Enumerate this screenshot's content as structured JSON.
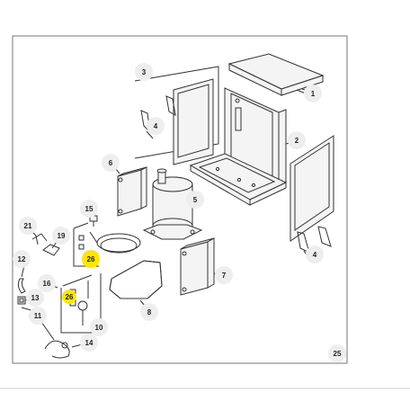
{
  "colors": {
    "frame": "#777777",
    "callout_bg": "#eeeeee",
    "highlight": "#ffe600",
    "line": "#333333",
    "divider": "#cccccc"
  },
  "callouts": [
    {
      "id": "c1",
      "label": "1"
    },
    {
      "id": "c2",
      "label": "2"
    },
    {
      "id": "c3",
      "label": "3"
    },
    {
      "id": "c4a",
      "label": "4"
    },
    {
      "id": "c4b",
      "label": "4"
    },
    {
      "id": "c5",
      "label": "5"
    },
    {
      "id": "c6",
      "label": "6"
    },
    {
      "id": "c7",
      "label": "7"
    },
    {
      "id": "c8",
      "label": "8"
    },
    {
      "id": "c10",
      "label": "10"
    },
    {
      "id": "c11",
      "label": "11"
    },
    {
      "id": "c12",
      "label": "12"
    },
    {
      "id": "c13",
      "label": "13"
    },
    {
      "id": "c14",
      "label": "14"
    },
    {
      "id": "c15",
      "label": "15"
    },
    {
      "id": "c16",
      "label": "16"
    },
    {
      "id": "c19",
      "label": "19"
    },
    {
      "id": "c21",
      "label": "21"
    },
    {
      "id": "c25",
      "label": "25"
    },
    {
      "id": "c26a",
      "label": "26",
      "highlighted": true
    },
    {
      "id": "c26b",
      "label": "26",
      "highlighted": true
    }
  ]
}
